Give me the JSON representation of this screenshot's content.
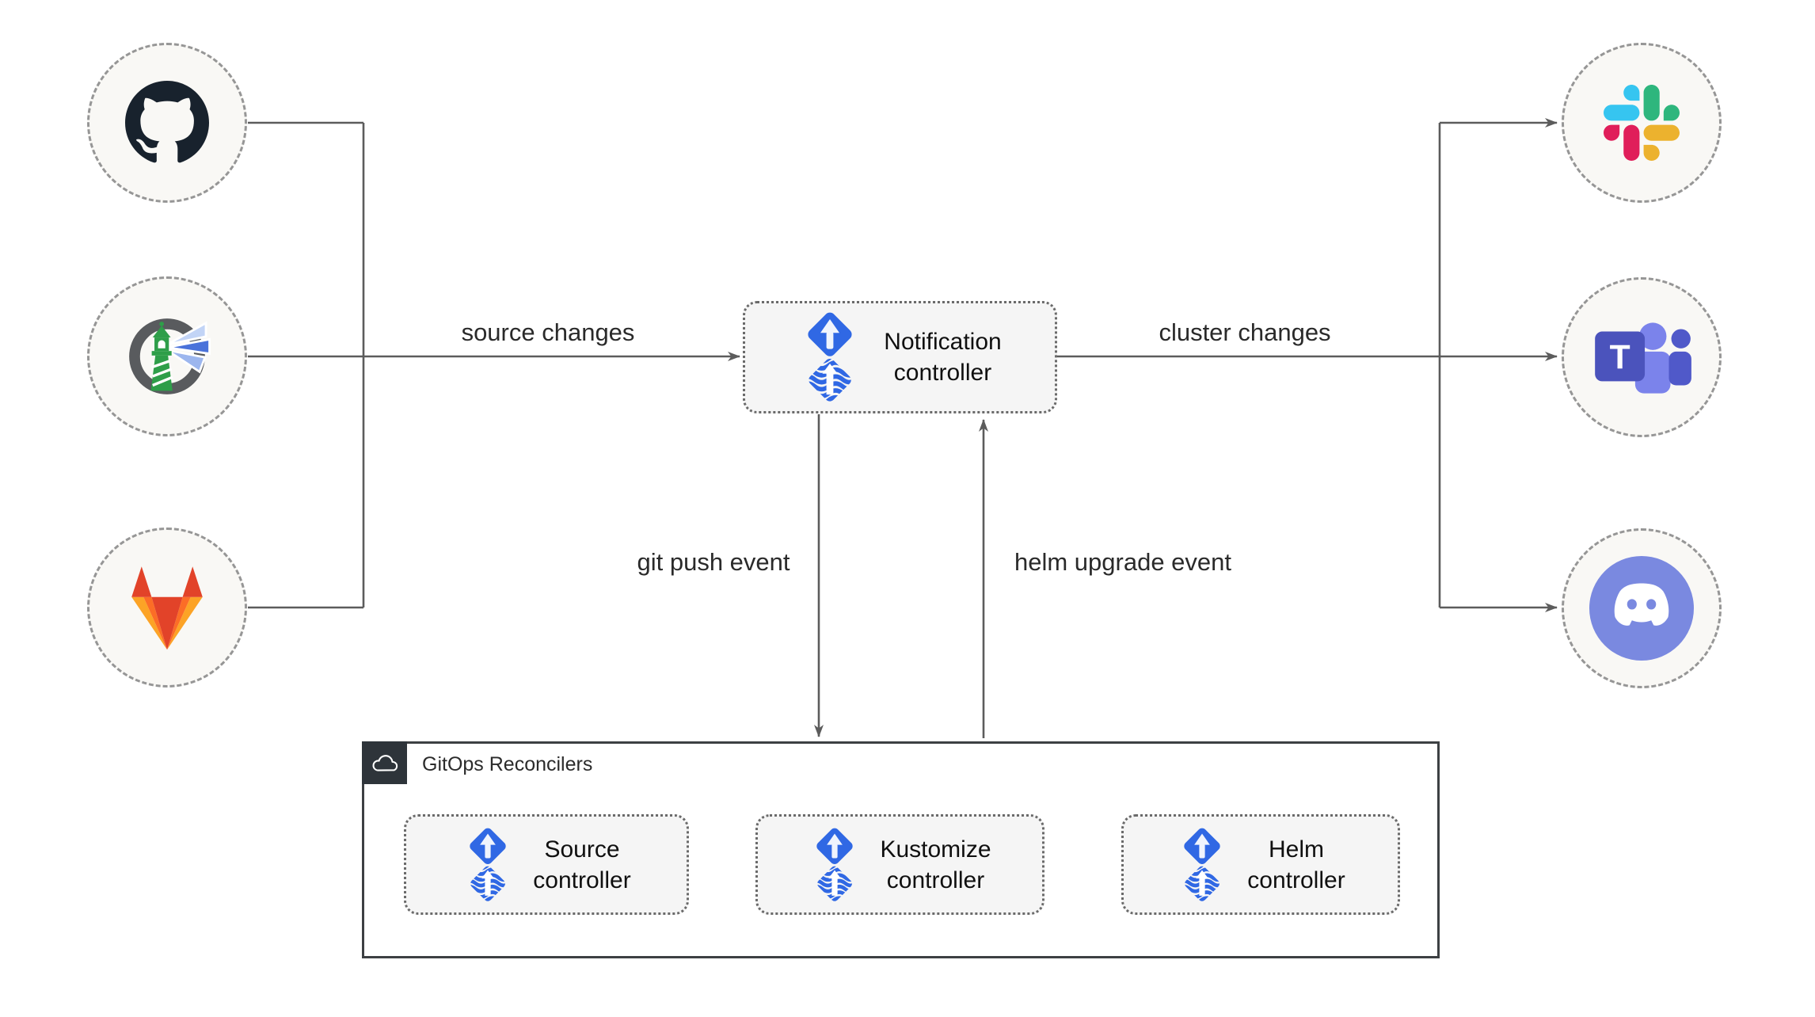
{
  "colors": {
    "line": "#5c5c5c",
    "flux_blue": "#3068e4",
    "node_fill": "#f5f5f5",
    "circle_fill": "#f9f8f5",
    "gitops_header": "#2e343a"
  },
  "sources": [
    {
      "icon": "github-icon"
    },
    {
      "icon": "harbor-icon"
    },
    {
      "icon": "gitlab-icon"
    }
  ],
  "targets": [
    {
      "icon": "slack-icon"
    },
    {
      "icon": "teams-icon"
    },
    {
      "icon": "discord-icon"
    }
  ],
  "notification": {
    "line1": "Notification",
    "line2": "controller"
  },
  "labels": {
    "source_changes": "source changes",
    "cluster_changes": "cluster changes",
    "git_push_event": "git push event",
    "helm_upgrade_event": "helm upgrade event"
  },
  "gitops": {
    "title": "GitOps Reconcilers",
    "controllers": [
      {
        "line1": "Source",
        "line2": "controller"
      },
      {
        "line1": "Kustomize",
        "line2": "controller"
      },
      {
        "line1": "Helm",
        "line2": "controller"
      }
    ]
  },
  "icons": {
    "teams_letter": "T"
  }
}
